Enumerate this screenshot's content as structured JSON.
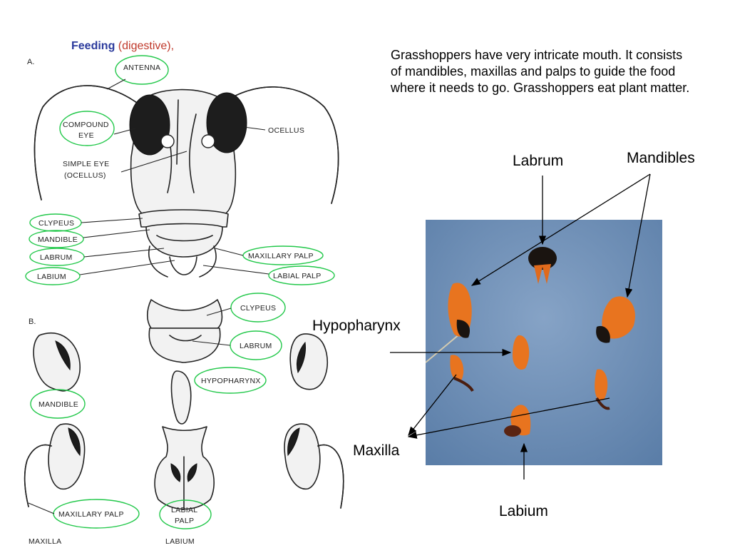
{
  "title": {
    "main": "Feeding",
    "sub": "(digestive),"
  },
  "paragraph": "Grasshoppers have very intricate mouth. It consists of mandibles, maxillas and palps to guide the food where it needs to go. Grasshoppers eat plant matter.",
  "diagram": {
    "section_a": "A.",
    "section_b": "B.",
    "labels_a": {
      "antenna": "ANTENNA",
      "compound_eye_1": "COMPOUND",
      "compound_eye_2": "EYE",
      "simple_eye_1": "SIMPLE EYE",
      "simple_eye_2": "(OCELLUS)",
      "ocellus": "OCELLUS",
      "clypeus": "CLYPEUS",
      "mandible": "MANDIBLE",
      "labrum": "LABRUM",
      "labium": "LABIUM",
      "maxillary_palp": "MAXILLARY PALP",
      "labial_palp": "LABIAL PALP"
    },
    "labels_b": {
      "clypeus": "CLYPEUS",
      "labrum": "LABRUM",
      "hypopharynx": "HYPOPHARYNX",
      "mandible": "MANDIBLE",
      "maxillary_palp": "MAXILLARY PALP",
      "labial_palp_1": "LABIAL",
      "labial_palp_2": "PALP",
      "maxilla": "MAXILLA",
      "labium": "LABIUM"
    }
  },
  "photo_labels": {
    "labrum": "Labrum",
    "mandibles": "Mandibles",
    "hypopharynx": "Hypopharynx",
    "maxilla": "Maxilla",
    "labium": "Labium"
  },
  "colors": {
    "title": "#2b3a9c",
    "subtitle": "#c0392b",
    "oval": "#22c84a",
    "photo_bg": "#6f8fb5",
    "specimen": "#e06a1c"
  }
}
